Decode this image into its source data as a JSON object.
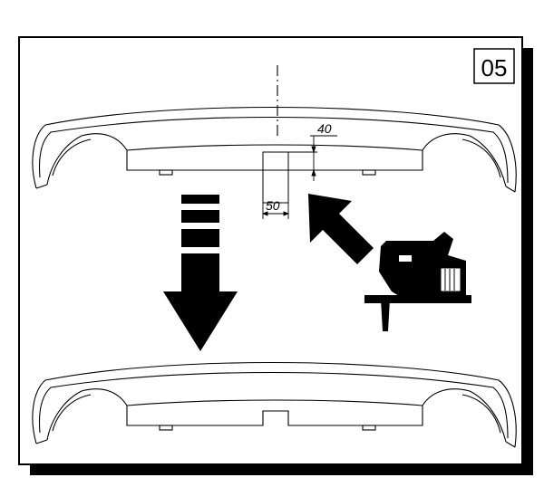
{
  "step": {
    "number": "05"
  },
  "dimensions": {
    "cut_depth": "40",
    "cut_width": "50"
  },
  "icons": {
    "instruction_arrow": "down-arrow-icon",
    "pointer_arrow": "diagonal-arrow-icon",
    "tool": "jigsaw-icon"
  },
  "colors": {
    "ink": "#000000",
    "paper": "#ffffff"
  }
}
